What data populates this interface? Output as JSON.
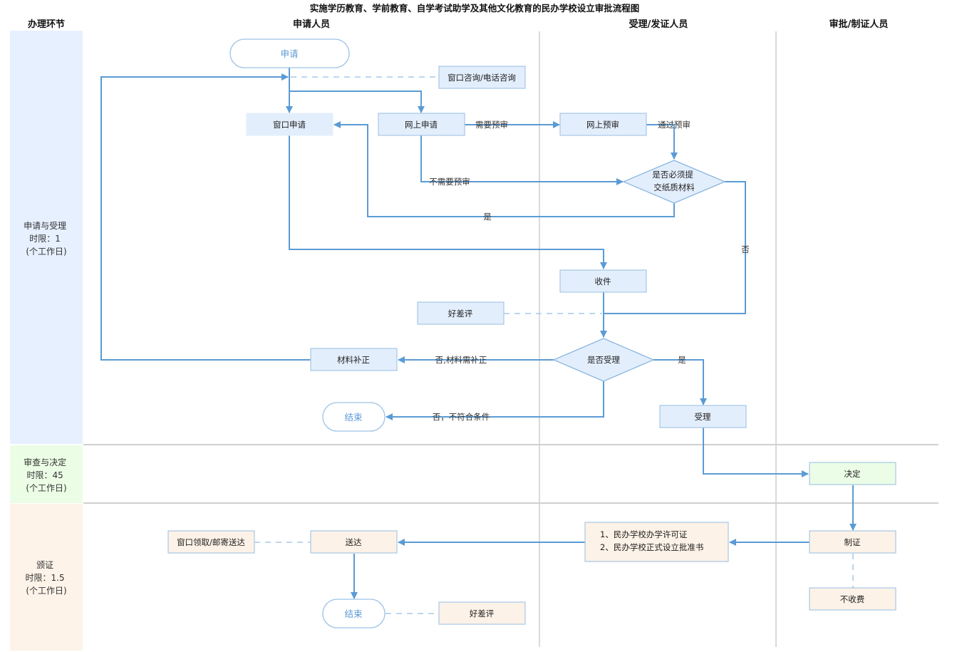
{
  "title": "实施学历教育、学前教育、自学考试助学及其他文化教育的民办学校设立审批流程图",
  "headers": {
    "stage": "办理环节",
    "applicant": "申请人员",
    "acceptor": "受理/发证人员",
    "approver": "审批/制证人员"
  },
  "stages": [
    {
      "lines": [
        "申请与受理",
        "时限：1",
        "(个工作日)"
      ],
      "color": "#e6f0ff"
    },
    {
      "lines": [
        "审查与决定",
        "时限：45",
        "(个工作日)"
      ],
      "color": "#ecfde6"
    },
    {
      "lines": [
        "颁证",
        "时限：1.5",
        "(个工作日)"
      ],
      "color": "#fef3e9"
    }
  ],
  "colors": {
    "flow": "#5b9bd5",
    "box_blue": "#e3eefc",
    "box_green": "#ebfde6",
    "box_orange": "#fdf2e7",
    "box_border": "#a7c7e7"
  },
  "nodes": {
    "start": "申请",
    "consult": "窗口咨询/电话咨询",
    "window_apply": "窗口申请",
    "online_apply": "网上申请",
    "online_precheck": "网上预审",
    "paper_decision": [
      "是否必须提",
      "交纸质材料"
    ],
    "receive": "收件",
    "rating1": "好差评",
    "accept_decision": "是否受理",
    "supplement": "材料补正",
    "end1": "结束",
    "accept": "受理",
    "decide": "决定",
    "certify": "制证",
    "no_fee": "不收费",
    "documents": [
      "1、民办学校办学许可证",
      "2、民办学校正式设立批准书"
    ],
    "deliver": "送达",
    "pickup": "窗口领取/邮寄送达",
    "end2": "结束",
    "rating2": "好差评"
  },
  "edge_labels": {
    "need_precheck": "需要预审",
    "pass_precheck": "通过预审",
    "no_precheck": "不需要预审",
    "yes_paper": "是",
    "no_paper": "否",
    "need_supplement": "否,材料需补正",
    "accept_yes": "是",
    "not_qualified": "否，不符合条件"
  }
}
